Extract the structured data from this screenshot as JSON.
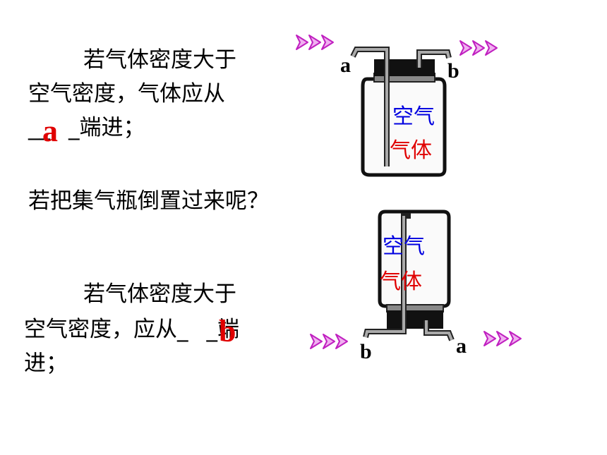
{
  "block1": {
    "line1": "若气体密度大于",
    "line2": "空气密度，气体应从",
    "blank_prefix": "__",
    "blank_suffix": "_端进；",
    "answer": "a"
  },
  "question": "若把集气瓶倒置过来呢？",
  "block2": {
    "line1": "若气体密度大于",
    "line2_prefix": "空气密度，应从",
    "blank_prefix": "_",
    "blank_suffix": "_端",
    "line3": "进；",
    "answer": "b"
  },
  "bottle_top": {
    "left_port": "a",
    "right_port": "b",
    "air_label": "空气",
    "gas_label": "气体"
  },
  "bottle_bottom": {
    "left_port": "b",
    "right_port": "a",
    "air_label": "空气",
    "gas_label": "气体"
  },
  "colors": {
    "answer": "#e00000",
    "air": "#0000e0",
    "gas": "#e00000",
    "arrow": "#d040d0"
  }
}
